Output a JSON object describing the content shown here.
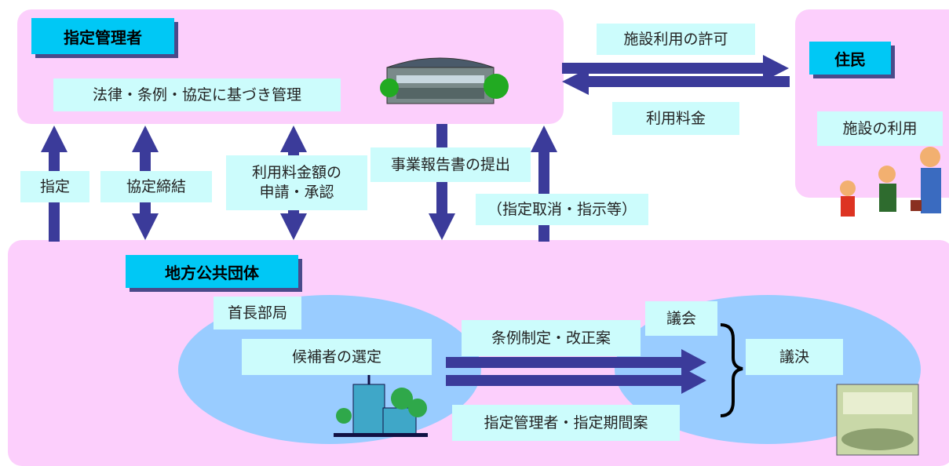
{
  "designated_manager": {
    "title": "指定管理者",
    "duty": "法律・条例・協定に基づき管理"
  },
  "residents": {
    "title": "住民",
    "action": "施設の利用"
  },
  "flows_top": {
    "permission": "施設利用の許可",
    "fee": "利用料金"
  },
  "flows_vertical": {
    "designation": "指定",
    "agreement": "協定締結",
    "fee_approval_line1": "利用料金額の",
    "fee_approval_line2": "申請・承認",
    "report": "事業報告書の提出",
    "cancel": "（指定取消・指示等）"
  },
  "local_gov": {
    "title": "地方公共団体",
    "executive": "首長部局",
    "selection": "候補者の選定",
    "ordinance": "条例制定・改正案",
    "proposal": "指定管理者・指定期間案",
    "assembly": "議会",
    "resolution": "議決"
  },
  "colors": {
    "panel": "#fccffc",
    "label_box": "#ccfcfc",
    "title_box": "#00c8f5",
    "arrow": "#3b3b9a",
    "ellipse": "#99ccff"
  }
}
